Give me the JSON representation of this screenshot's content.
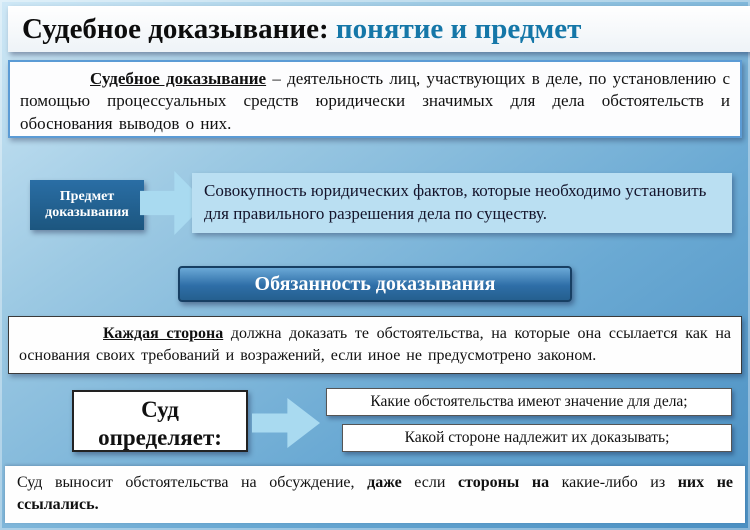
{
  "colors": {
    "title_accent": "#1577a8",
    "dark_blue_box": "#20618f",
    "light_blue_box": "#badff2",
    "arrow": "#a9daf0"
  },
  "title": {
    "part_black": "Судебное доказывание:",
    "part_blue": " понятие и предмет"
  },
  "definition": {
    "term": "Судебное доказывание",
    "text": " – деятельность лиц, участвующих в деле, по установлению с помощью процессуальных средств юридически значимых для дела обстоятельств и обоснования выводов о них."
  },
  "subject": {
    "label": "Предмет доказывания",
    "description": "Совокупность юридических фактов, которые необходимо установить для правильного разрешения  дела по  существу."
  },
  "duty": {
    "header": "Обязанность доказывания",
    "term": "Каждая сторона",
    "text": " должна доказать те обстоятельства, на которые она ссылается как на основания своих требований и возражений, если иное не предусмотрено законом."
  },
  "court": {
    "label_line1": "Суд",
    "label_line2": "определяет:",
    "item1": "Какие обстоятельства имеют значение для дела;",
    "item2": "Какой стороне надлежит их доказывать;"
  },
  "footer": {
    "seg1": "Суд выносит обстоятельства на обсуждение, ",
    "seg2_bold": "даже",
    "seg3": " если ",
    "seg4_bold": "стороны на",
    "seg5": " какие-либо из ",
    "seg6_bold": "них не ссылались."
  }
}
